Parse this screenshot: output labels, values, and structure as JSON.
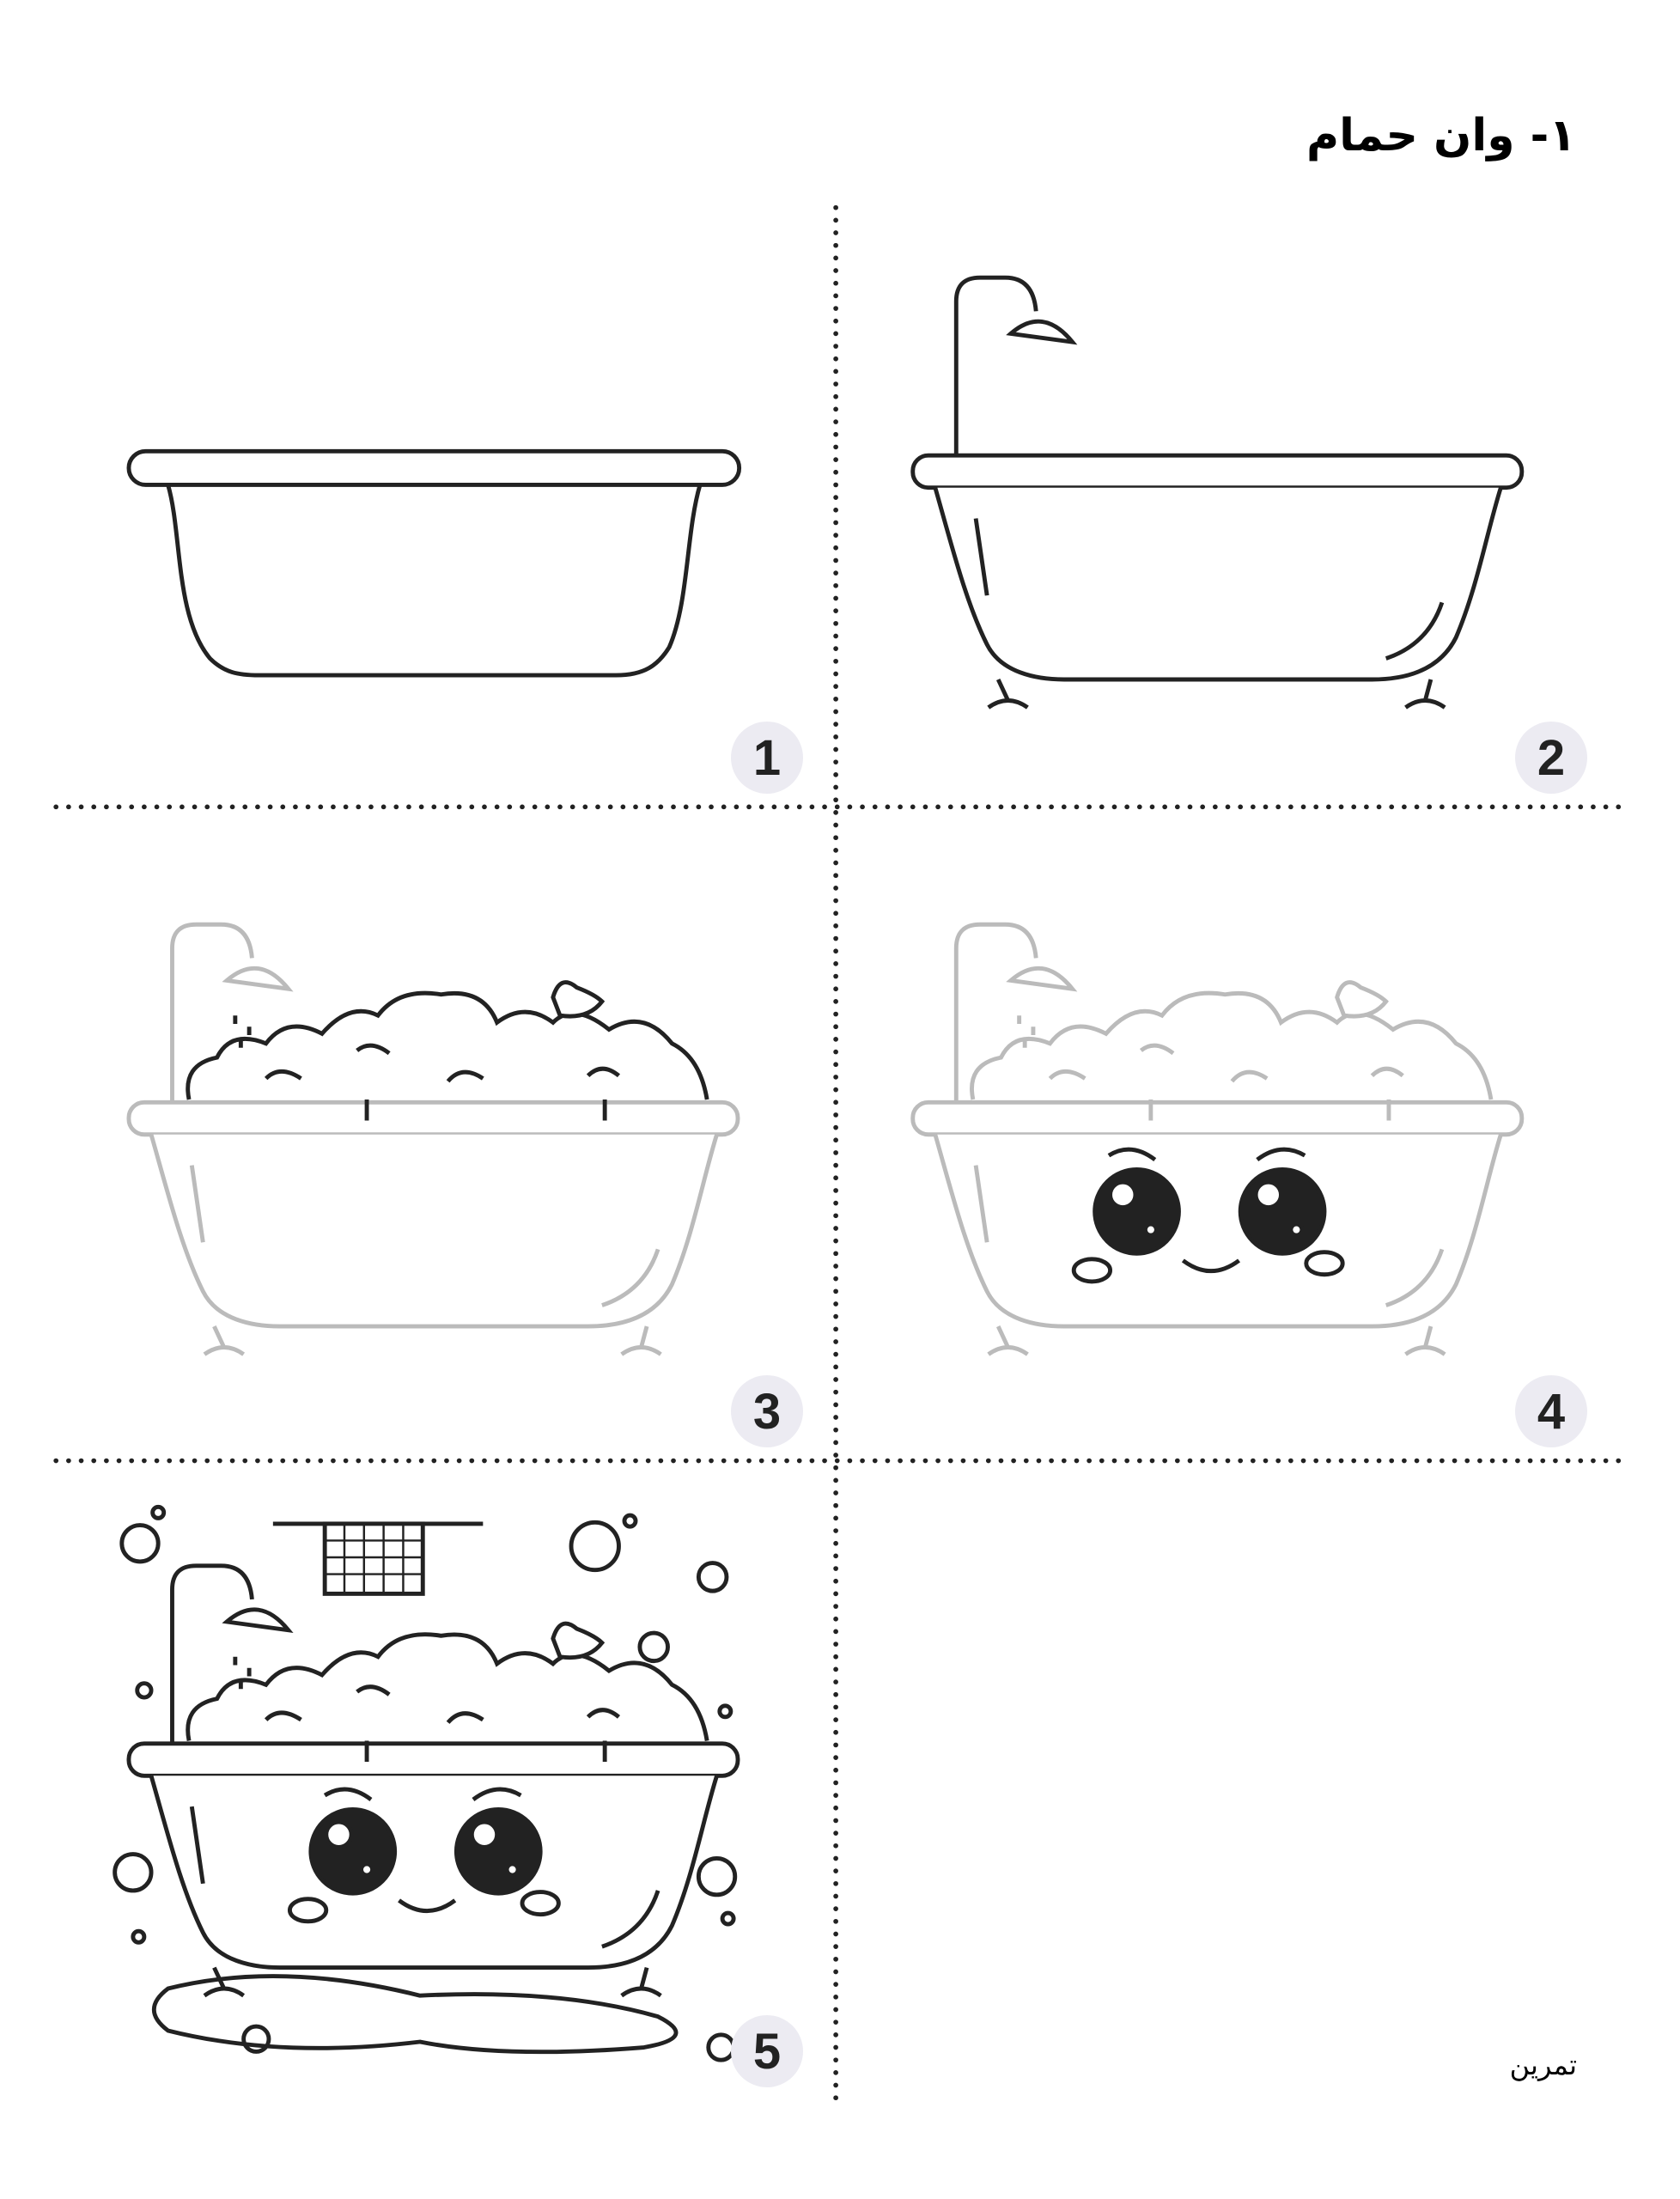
{
  "title": "۱- وان حمام",
  "footer_label": "تمرین",
  "steps": [
    {
      "number": "1"
    },
    {
      "number": "2"
    },
    {
      "number": "3"
    },
    {
      "number": "4"
    },
    {
      "number": "5"
    }
  ],
  "colors": {
    "badge": "#ecebf2",
    "ink": "#222222",
    "faded": "#bbbbbb"
  }
}
